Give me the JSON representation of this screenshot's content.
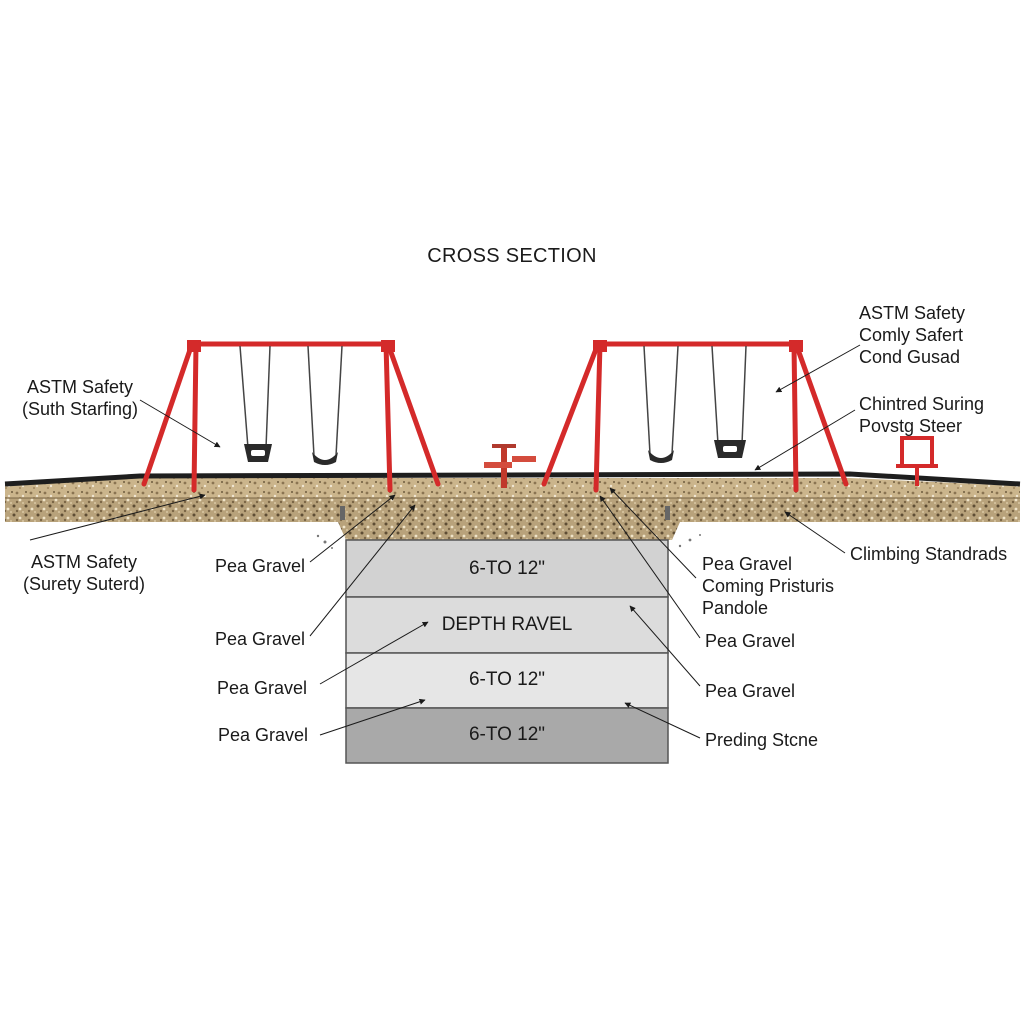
{
  "title": "CROSS SECTION",
  "layers": [
    {
      "label": "6-TO 12\"",
      "color": "#d2d2d2"
    },
    {
      "label": "DEPTH RAVEL",
      "color": "#dcdcdc"
    },
    {
      "label": "6-TO 12\"",
      "color": "#e6e6e6"
    },
    {
      "label": "6-TO 12\"",
      "color": "#a9a9a9"
    }
  ],
  "labels": {
    "left_top": [
      "ASTM Safety",
      "(Suth Starfing)"
    ],
    "left_bottom": [
      "ASTM Safety",
      "(Surety Suterd)"
    ],
    "pea1": "Pea Gravel",
    "pea2": "Pea Gravel",
    "pea3": "Pea Gravel",
    "pea4": "Pea Gravel",
    "right_top": [
      "ASTM Safety",
      "Comly Safert",
      "Cond Gusad"
    ],
    "right_mid": [
      "Chintred Suring",
      "Povstg Steer"
    ],
    "climbing": "Climbing Standrads",
    "right_pea_group": [
      "Pea Gravel",
      "Coming Pristuris",
      "Pandole"
    ],
    "right_pea2": "Pea Gravel",
    "right_pea3": "Pea Gravel",
    "preding": "Preding Stcne"
  },
  "colors": {
    "frame": "#d42a2a",
    "ground_line": "#1e1e1e",
    "gravel": "#c9b58e",
    "seat": "#2a2a2a"
  }
}
